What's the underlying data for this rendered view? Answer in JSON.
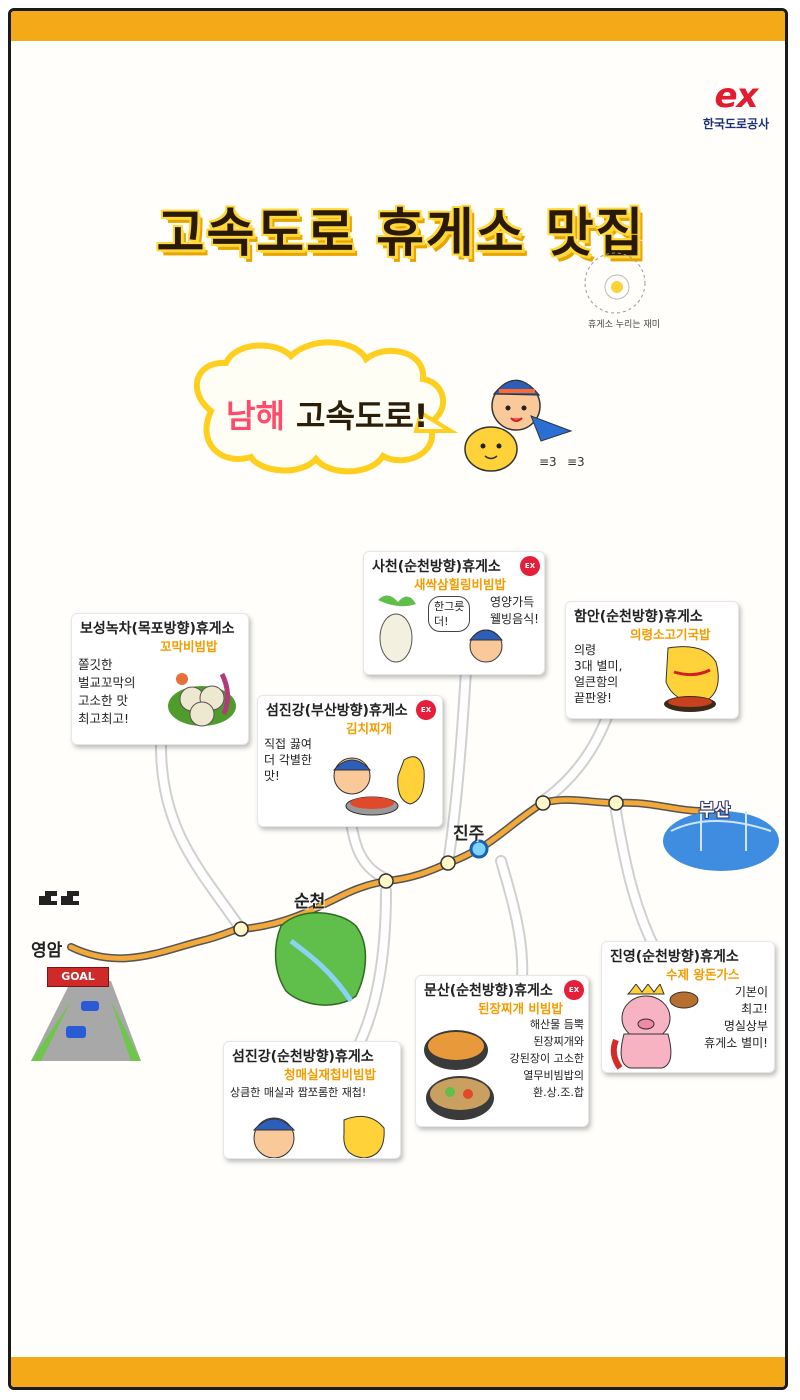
{
  "header": {
    "logo_mark": "ex",
    "logo_text": "한국도로공사"
  },
  "title": "고속도로 휴게소 맛집",
  "stamp": "휴게소 누리는 재미",
  "highway": {
    "name_accent": "남해",
    "name_rest": " 고속도로!"
  },
  "places": {
    "yeongam": "영암",
    "suncheon": "순천",
    "jinju": "진주",
    "busan": "부산",
    "goal": "GOAL"
  },
  "cards": [
    {
      "title": "보성녹차(목포방향)휴게소",
      "subtitle": "꼬막비빔밥",
      "desc": "쫄깃한\n벌교꼬막의\n고소한 맛\n최고최고!"
    },
    {
      "title": "섬진강(부산방향)휴게소",
      "subtitle": "김치찌개",
      "desc": "직접 끓여\n더 각별한\n맛!"
    },
    {
      "title": "사천(순천방향)휴게소",
      "subtitle": "새싹삼힐링비빔밥",
      "desc": "영양가득\n웰빙음식!",
      "bubble": "한그릇\n더!"
    },
    {
      "title": "함안(순천방향)휴게소",
      "subtitle": "의령소고기국밥",
      "desc": "의령\n3대 별미,\n얼큰함의\n끝판왕!"
    },
    {
      "title": "섬진강(순천방향)휴게소",
      "subtitle": "청매실재첩비빔밥",
      "desc": "상큼한 매실과 짭쪼롬한 재첩!"
    },
    {
      "title": "문산(순천방향)휴게소",
      "subtitle": "된장찌개 비빔밥",
      "desc": "해산물 듬뿍\n된장찌개와\n강된장이 고소한\n열무비빔밥의\n환.상.조.합"
    },
    {
      "title": "진영(순천방향)휴게소",
      "subtitle": "수제 왕돈가스",
      "desc": "기본이\n최고!\n명실상부\n휴게소 별미!"
    }
  ],
  "colors": {
    "band": "#f4aa18",
    "road": "#f2a93a",
    "accent_pink": "#ff4a6b",
    "subtitle": "#f49c00",
    "brand_red": "#e21b30",
    "brand_navy": "#1c2f7a"
  }
}
